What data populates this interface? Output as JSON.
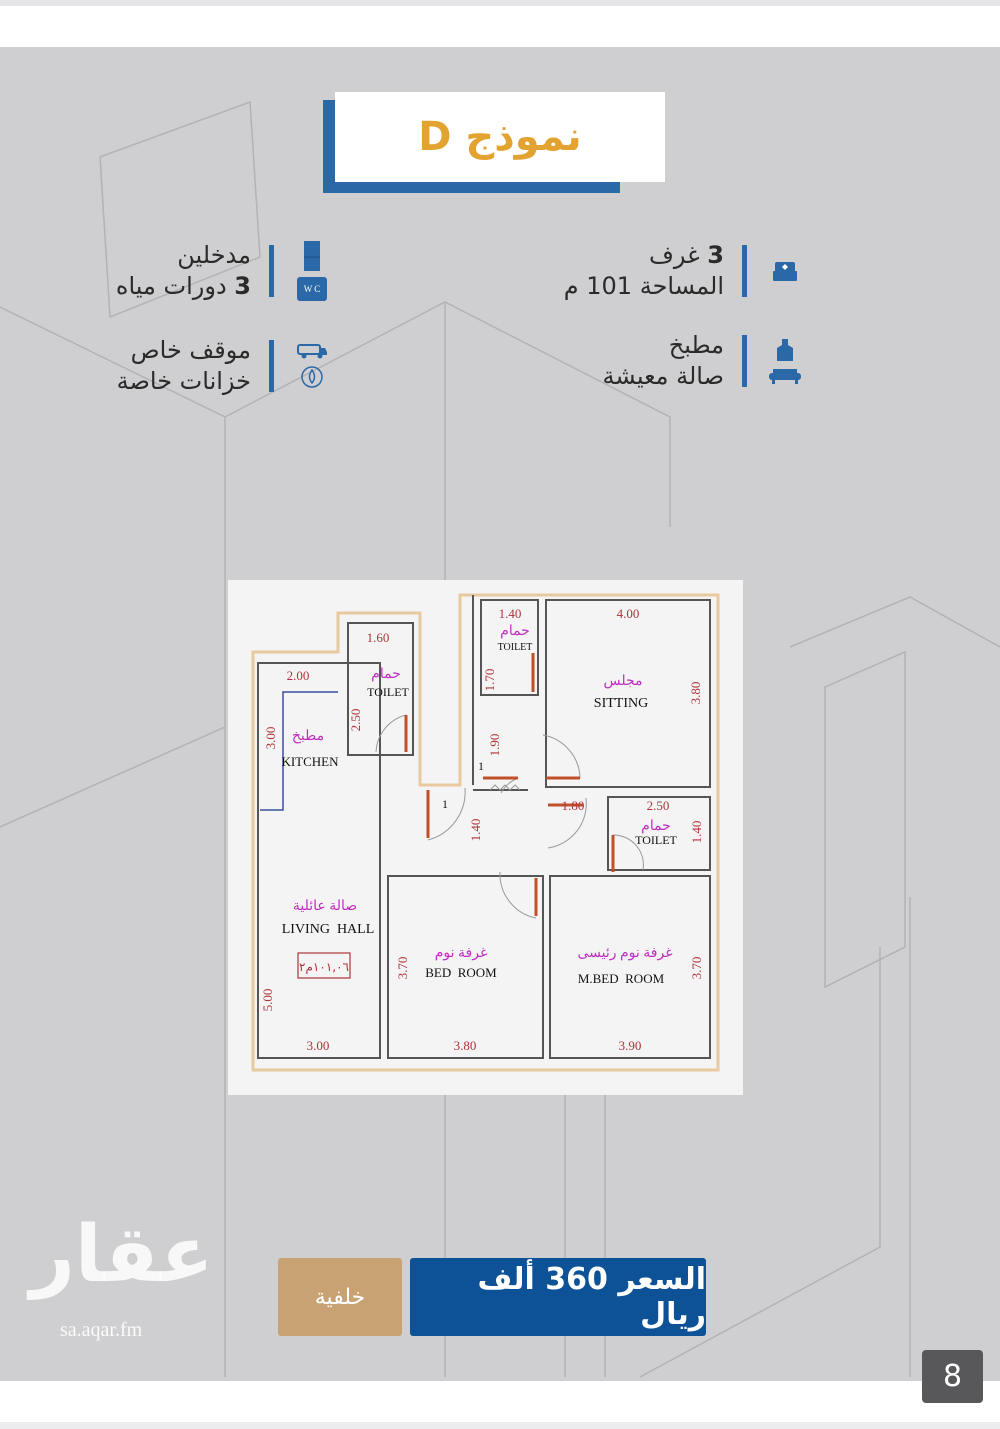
{
  "header": {
    "title": "نموذج D"
  },
  "features": {
    "right": [
      {
        "icon": "bed-icon",
        "line1_bold": "3",
        "line1": " غرف",
        "line2": "المساحة 101 م"
      },
      {
        "icon": "apron-icon",
        "icon2": "sofa-icon",
        "line1_bold": "",
        "line1": "مطبخ",
        "line2": "صالة معيشة"
      }
    ],
    "left": [
      {
        "icon": "door-icon",
        "icon2": "wc-icon",
        "icon2_text": "W C",
        "line1_bold": "",
        "line1": "مدخلين",
        "line2_bold": "3",
        "line2": " دورات مياه"
      },
      {
        "icon": "car-icon",
        "icon2": "water-tank-icon",
        "line1_bold": "",
        "line1": "موقف خاص",
        "line2": "خزانات خاصة"
      }
    ]
  },
  "floor_plan": {
    "rooms": {
      "toilet1_ar": "حمام",
      "toilet1_en": "TOILET",
      "toilet2_ar": "حمام",
      "toilet2_en": "TOILET",
      "toilet3_ar": "حمام",
      "toilet3_en": "TOILET",
      "sitting_ar": "مجلس",
      "sitting_en": "SITTING",
      "kitchen_ar": "مطبخ",
      "kitchen_en": "KITCHEN",
      "living_ar": "صالة عائلية",
      "living_en": "LIVING  HALL",
      "area": "١٠١,٠٦م٢",
      "bed_ar": "غرفة نوم",
      "bed_en": "BED  ROOM",
      "mbed_ar": "غرفة نوم رئيسى",
      "mbed_en": "M.BED  ROOM",
      "door1": "1",
      "door2": "1"
    },
    "dims": {
      "d160": "1.60",
      "d200": "2.00",
      "d140a": "1.40",
      "d400": "4.00",
      "d380v": "3.80",
      "d250v": "2.50",
      "d300v": "3.00",
      "d170v": "1.70",
      "d190v": "1.90",
      "d140v": "1.40",
      "d180": "1.80",
      "d250": "2.50",
      "d140v2": "1.40",
      "d500v": "5.00",
      "d370v": "3.70",
      "d370v2": "3.70",
      "d300": "3.00",
      "d380": "3.80",
      "d390": "3.90"
    }
  },
  "price": {
    "label": "السعر 360 ألف ريال"
  },
  "back_label": "خلفية",
  "watermark": {
    "logo": "عقار",
    "url": "sa.aqar.fm"
  },
  "page_number": "8",
  "colors": {
    "accent_blue": "#2b68a8",
    "price_blue": "#0d5296",
    "title_gold": "#e3a331",
    "tan": "#c9a273"
  }
}
